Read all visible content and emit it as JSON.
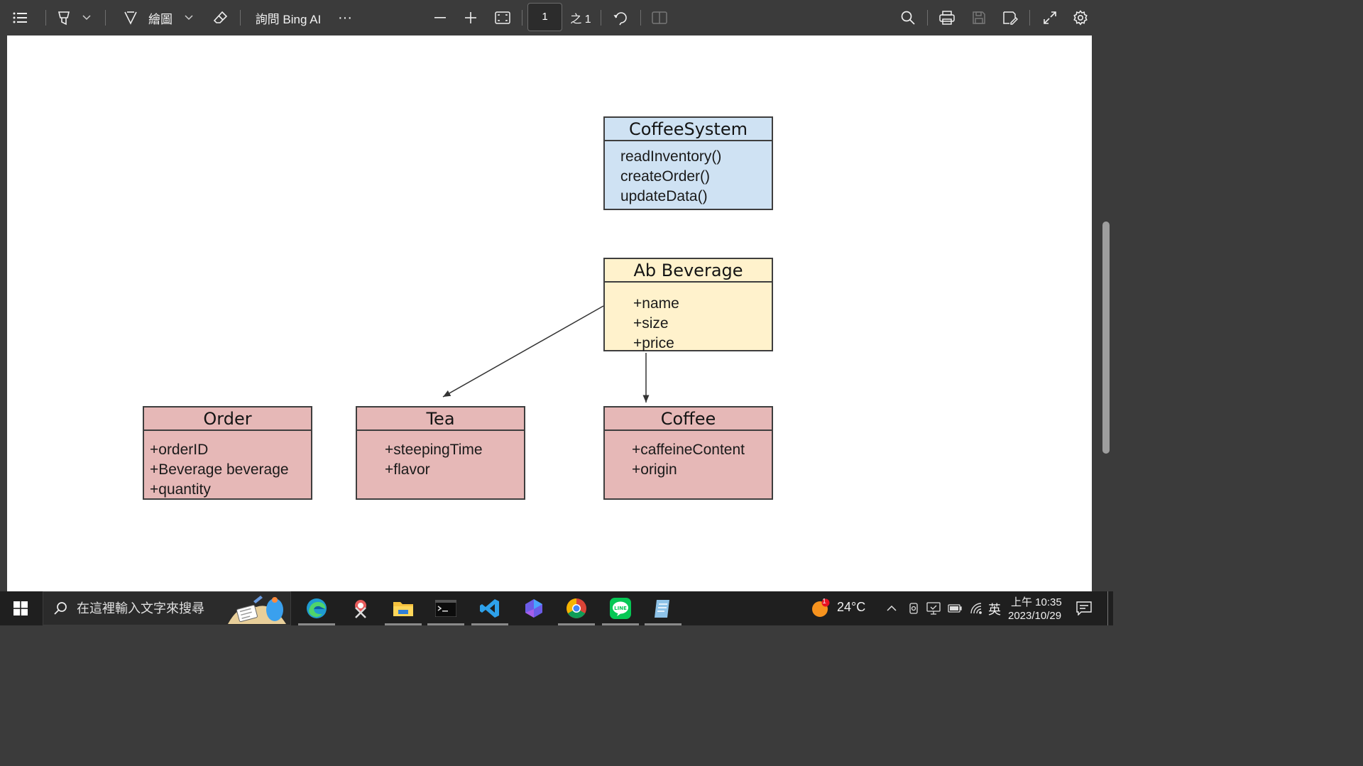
{
  "toolbar": {
    "draw_label": "繪圖",
    "ask_bing_label": "詢問 Bing AI",
    "more_label": "···",
    "page_number": "1",
    "page_total": "之 1"
  },
  "diagram": {
    "coffee_system": {
      "title": "CoffeeSystem",
      "members": [
        "readInventory()",
        "createOrder()",
        "updateData()"
      ]
    },
    "beverage": {
      "title": "Ab Beverage",
      "members": [
        "+name",
        "+size",
        "+price"
      ]
    },
    "order": {
      "title": "Order",
      "members": [
        "+orderID",
        "+Beverage beverage",
        "+quantity"
      ]
    },
    "tea": {
      "title": "Tea",
      "members": [
        "+steepingTime",
        "+flavor"
      ]
    },
    "coffee": {
      "title": "Coffee",
      "members": [
        "+caffeineContent",
        "+origin"
      ]
    }
  },
  "colors": {
    "coffee_system_fill": "#cfe2f3",
    "beverage_fill": "#fff2cc",
    "class_fill": "#e6b8b7"
  },
  "taskbar": {
    "search_placeholder": "在這裡輸入文字來搜尋",
    "weather_badge": "1",
    "temperature": "24°C",
    "ime": "英",
    "time": "上午 10:35",
    "date": "2023/10/29",
    "apps": [
      "edge-icon",
      "snip-icon",
      "file-explorer-icon",
      "terminal-icon",
      "vscode-icon",
      "copilot-icon",
      "chrome-icon",
      "line-icon",
      "notepad-icon"
    ]
  }
}
